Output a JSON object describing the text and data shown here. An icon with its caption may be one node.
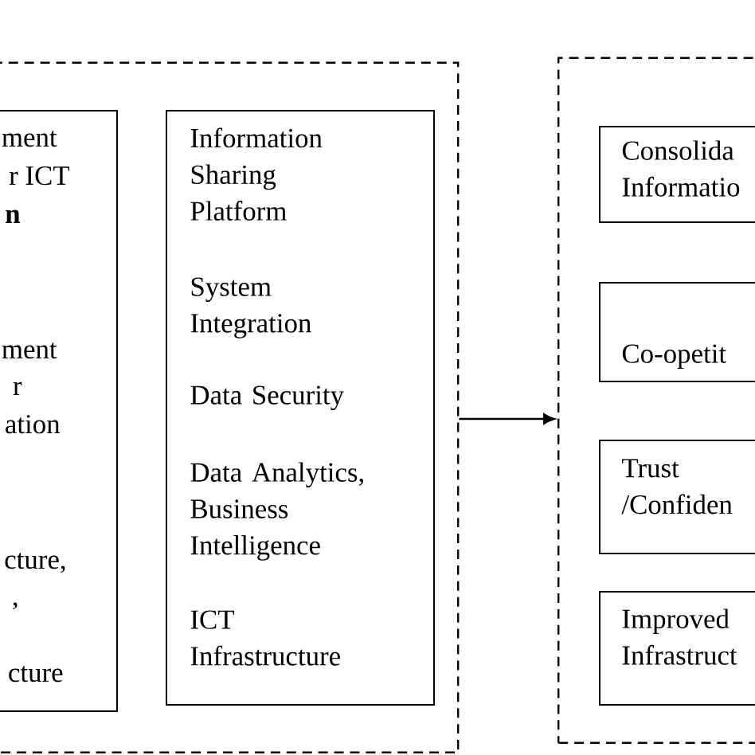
{
  "diagram": {
    "nodes": [
      {
        "text": [],
        "shape": "box"
      },
      {
        "text": [
          "ment",
          "r ICT",
          "n",
          "ment",
          "r",
          "ation",
          "cture,",
          ",",
          "cture"
        ],
        "in": 0
      },
      {
        "text": [
          "Information Sharing Platform",
          "System Integration",
          "Data Security",
          "Data Analytics, Business Intelligence",
          "ICT Infrastructure"
        ],
        "in": 0
      },
      {
        "text": [],
        "shape": "box"
      },
      {
        "text": [
          "Consolida Informatio"
        ],
        "in": 3
      },
      {
        "text": [
          "Co-opetit"
        ],
        "in": 3
      },
      {
        "text": [
          "Trust /Confiden"
        ],
        "in": 3
      },
      {
        "text": [
          "Improved Infrastruct"
        ],
        "in": 3
      }
    ],
    "edges": [
      {
        "from": 0,
        "to": 3,
        "arrow": "to"
      }
    ]
  }
}
